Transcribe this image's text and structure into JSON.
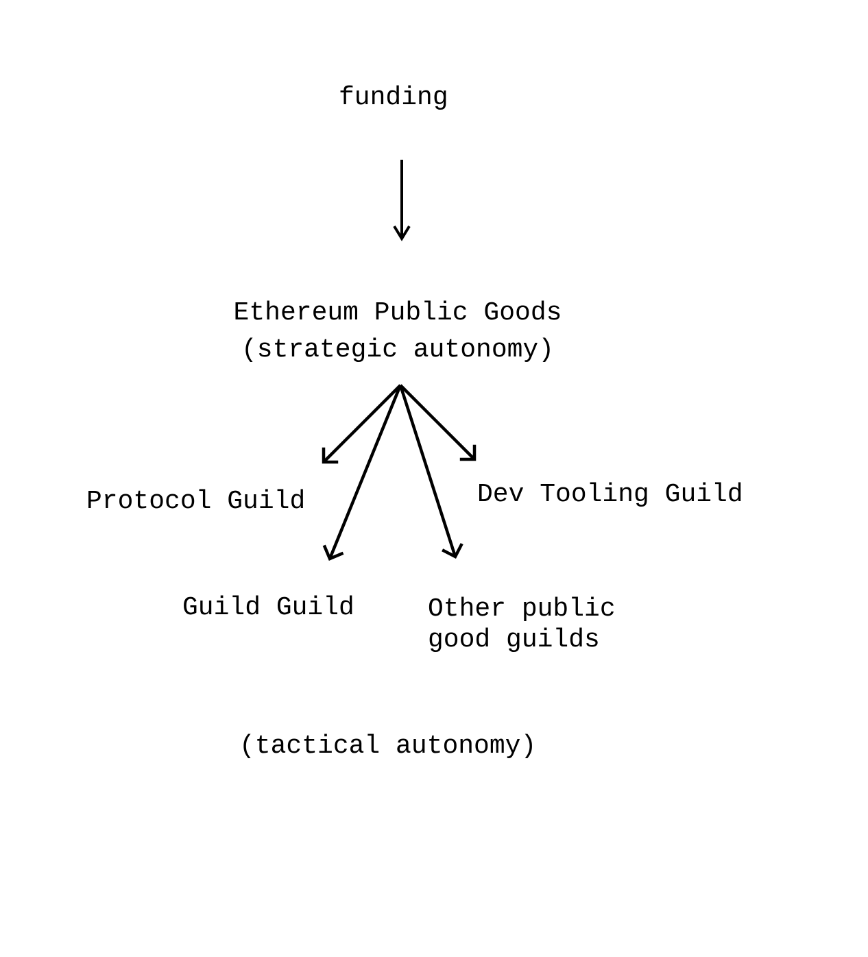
{
  "diagram": {
    "background_color": "#ffffff",
    "ink_color": "#000000",
    "nodes": {
      "funding": {
        "label": "funding"
      },
      "ethereum_public_goods": {
        "line1": "Ethereum Public Goods",
        "line2": "(strategic autonomy)"
      },
      "protocol_guild": {
        "label": "Protocol Guild"
      },
      "dev_tooling_guild": {
        "label": "Dev Tooling Guild"
      },
      "guild_guild": {
        "label": "Guild Guild"
      },
      "other_public_good_guilds": {
        "line1": "Other public",
        "line2": "good guilds"
      },
      "tactical_autonomy_note": {
        "label": "(tactical autonomy)"
      }
    },
    "edges": [
      {
        "from": "funding",
        "to": "ethereum_public_goods"
      },
      {
        "from": "ethereum_public_goods",
        "to": "protocol_guild"
      },
      {
        "from": "ethereum_public_goods",
        "to": "dev_tooling_guild"
      },
      {
        "from": "ethereum_public_goods",
        "to": "guild_guild"
      },
      {
        "from": "ethereum_public_goods",
        "to": "other_public_good_guilds"
      }
    ]
  }
}
